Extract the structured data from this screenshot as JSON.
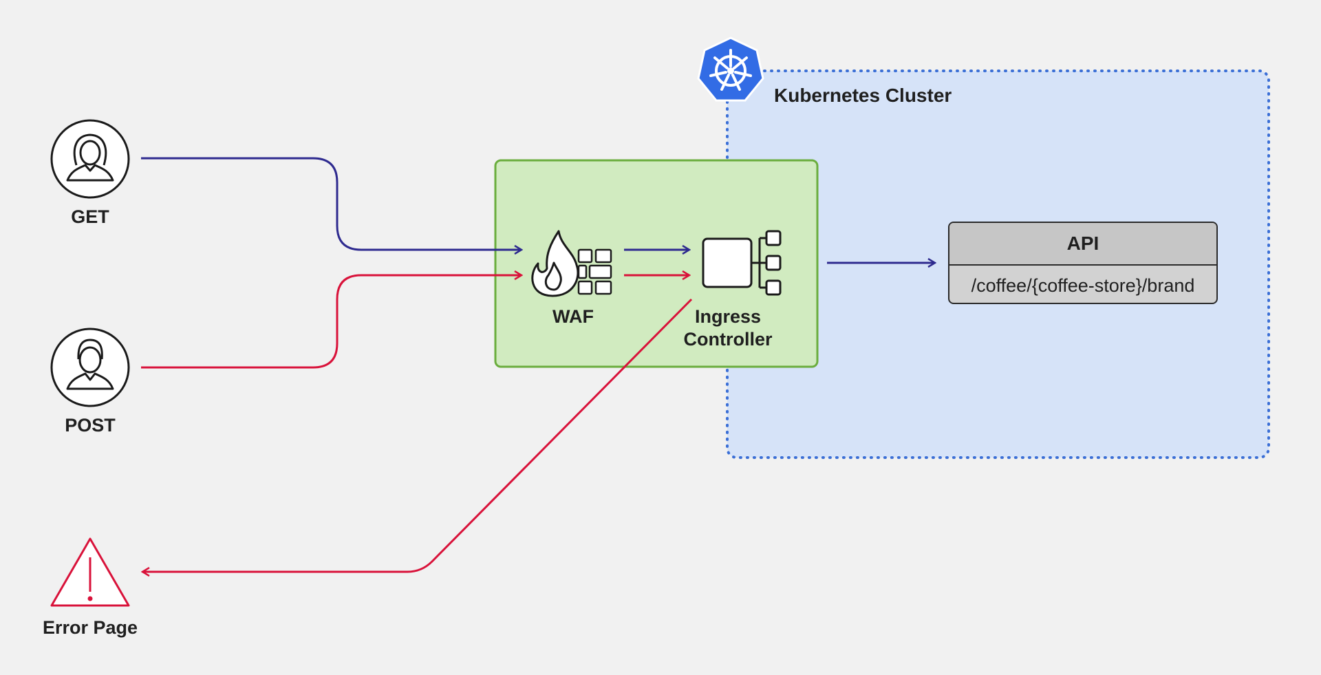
{
  "nodes": {
    "get": {
      "label": "GET"
    },
    "post": {
      "label": "POST"
    },
    "error": {
      "label": "Error Page"
    },
    "waf": {
      "label": "WAF"
    },
    "ingress": {
      "label_line1": "Ingress",
      "label_line2": "Controller"
    },
    "cluster": {
      "label": "Kubernetes Cluster"
    },
    "api": {
      "title": "API",
      "path": "/coffee/{coffee-store}/brand"
    }
  },
  "colors": {
    "background": "#f1f1f1",
    "get_flow": "#2e2a8f",
    "post_flow": "#d9123a",
    "waf_box_fill": "#d1ebc0",
    "waf_box_border": "#6aad3d",
    "cluster_fill": "#d6e3f8",
    "cluster_border": "#3b6fd6",
    "kubernetes_logo": "#326ce5",
    "api_fill": "#d2d2d2"
  },
  "icons": [
    "user-female-icon",
    "user-male-icon",
    "warning-triangle-icon",
    "firewall-flame-icon",
    "ingress-controller-icon",
    "kubernetes-helm-icon",
    "arrow-right-icon"
  ]
}
